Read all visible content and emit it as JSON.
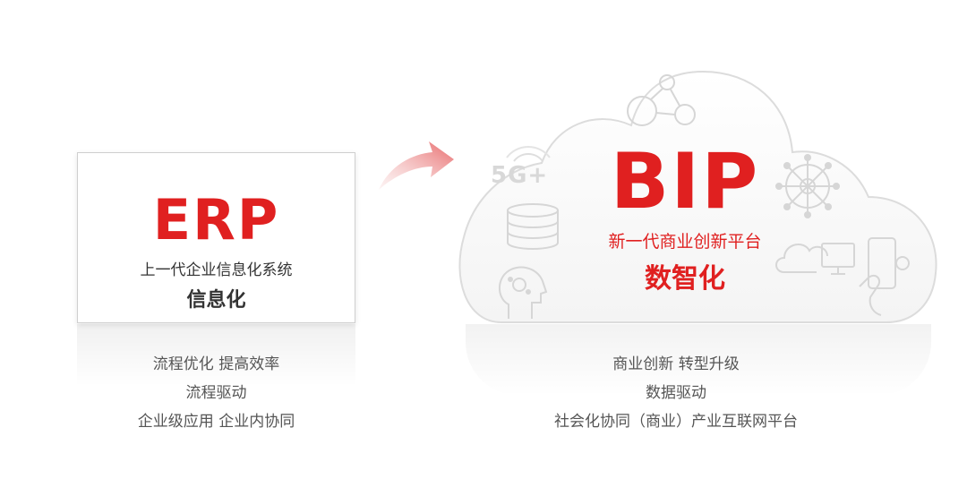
{
  "colors": {
    "accent": "#e02020",
    "text_dark": "#333333",
    "text_gray": "#555555",
    "icon_gray": "#d6d6d6"
  },
  "erp": {
    "title": "ERP",
    "subtitle": "上一代企业信息化系统",
    "tagline": "信息化",
    "features": [
      "流程优化 提高效率",
      "流程驱动",
      "企业级应用 企业内协同"
    ]
  },
  "bip": {
    "title": "BIP",
    "subtitle": "新一代商业创新平台",
    "tagline": "数智化",
    "features": [
      "商业创新 转型升级",
      "数据驱动",
      "社会化协同（商业）产业互联网平台"
    ],
    "icon_5g": "5G+"
  },
  "icons": [
    "arrow-icon",
    "wifi-signal-icon",
    "database-icon",
    "head-ai-icon",
    "network-nodes-icon",
    "hub-sphere-icon",
    "cloud-monitor-icon",
    "mobile-hand-icon"
  ]
}
